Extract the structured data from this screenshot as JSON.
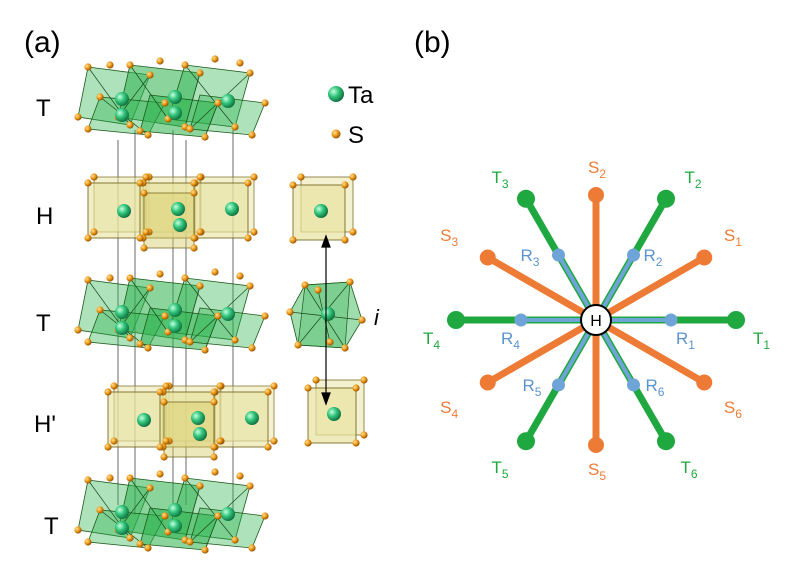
{
  "panel_a": {
    "label": "(a)",
    "layers": [
      "T",
      "H",
      "T",
      "H'",
      "T"
    ],
    "legend": {
      "ta": "Ta",
      "s": "S"
    },
    "inversion_label": "i"
  },
  "panel_b": {
    "label": "(b)",
    "center": "H",
    "spokes": [
      {
        "kind": "T",
        "sub": "1",
        "angle": 0
      },
      {
        "kind": "T",
        "sub": "2",
        "angle": 60
      },
      {
        "kind": "T",
        "sub": "3",
        "angle": 120
      },
      {
        "kind": "T",
        "sub": "4",
        "angle": 180
      },
      {
        "kind": "T",
        "sub": "5",
        "angle": 240
      },
      {
        "kind": "T",
        "sub": "6",
        "angle": 300
      },
      {
        "kind": "S",
        "sub": "1",
        "angle": 30
      },
      {
        "kind": "S",
        "sub": "2",
        "angle": 90
      },
      {
        "kind": "S",
        "sub": "3",
        "angle": 150
      },
      {
        "kind": "S",
        "sub": "4",
        "angle": 210
      },
      {
        "kind": "S",
        "sub": "5",
        "angle": 270
      },
      {
        "kind": "S",
        "sub": "6",
        "angle": 330
      },
      {
        "kind": "R",
        "sub": "1",
        "angle": 0
      },
      {
        "kind": "R",
        "sub": "2",
        "angle": 60
      },
      {
        "kind": "R",
        "sub": "3",
        "angle": 120
      },
      {
        "kind": "R",
        "sub": "4",
        "angle": 180
      },
      {
        "kind": "R",
        "sub": "5",
        "angle": 240
      },
      {
        "kind": "R",
        "sub": "6",
        "angle": 300
      }
    ]
  },
  "colors": {
    "ta": "#2fbf7a",
    "s": "#e8920c",
    "trig": "#2bb24c",
    "hex": "#e8e3a0",
    "green_spoke": "#1fa83f",
    "orange_spoke": "#ee7b35",
    "blue_spoke": "#6fa4d8",
    "green_text": "#1fa83f",
    "orange_text": "#ee7b35",
    "blue_text": "#5b93cf"
  }
}
